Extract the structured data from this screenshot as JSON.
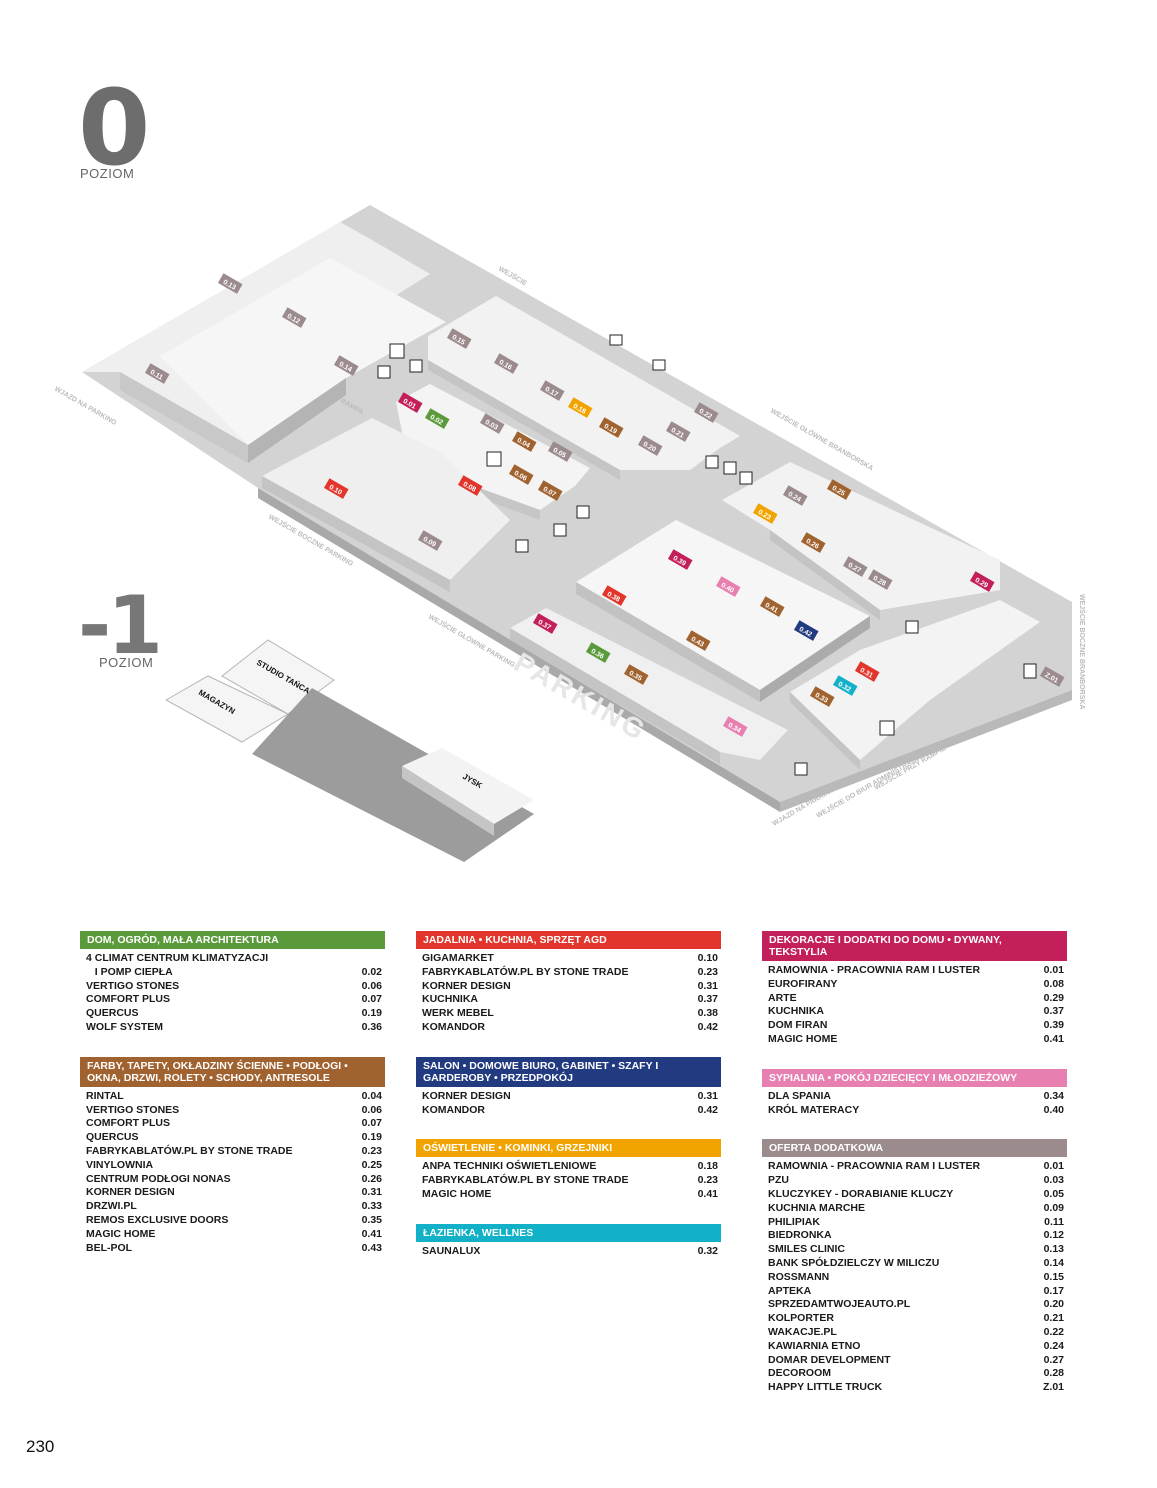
{
  "page_number": "230",
  "levels": {
    "upper": {
      "number": "0",
      "label": "POZIOM"
    },
    "lower": {
      "number": "-1",
      "label": "POZIOM"
    }
  },
  "colors": {
    "green": "#5a9a3b",
    "brown": "#a0622f",
    "red": "#e2352b",
    "navy": "#223a80",
    "orange": "#f1a400",
    "cyan": "#12b1c8",
    "magenta": "#c31f5b",
    "pink": "#e77fb0",
    "taupe": "#9c8b8c"
  },
  "map_labels": {
    "parking": "PARKING",
    "entrance_top": "WEJŚCIE",
    "entrance_main_branborska": "WEJŚCIE GŁÓWNE BRANBORSKA",
    "entrance_main_parking": "WEJŚCIE GŁÓWNE PARKING",
    "entrance_side_parking": "WEJŚCIE BOCZNE PARKING",
    "entrance_side_branborska": "WEJŚCIE BOCZNE BRANBORSKA",
    "entry_parking_left": "WJAZD NA PARKING",
    "entry_parking_bottom": "WJAZD NA PARKING",
    "office_entrance": "WEJŚCIE DO BIUR ADMINISTRACJI",
    "ramp_entrance": "WEJŚCIE PRZY RAMPIE",
    "ramp": "RAMPA",
    "studio": "STUDIO TAŃCA",
    "storage": "MAGAZYN",
    "jysk": "JYSK"
  },
  "units": [
    "0.01",
    "0.02",
    "0.03",
    "0.04",
    "0.05",
    "0.06",
    "0.07",
    "0.08",
    "0.09",
    "0.10",
    "0.11",
    "0.12",
    "0.13",
    "0.14",
    "0.15",
    "0.16",
    "0.17",
    "0.18",
    "0.19",
    "0.20",
    "0.21",
    "0.22",
    "0.23",
    "0.24",
    "0.25",
    "0.26",
    "0.27",
    "0.28",
    "0.29",
    "0.31",
    "0.32",
    "0.33",
    "0.34",
    "0.35",
    "0.36",
    "0.37",
    "0.38",
    "0.39",
    "0.40",
    "0.41",
    "0.42",
    "0.43",
    "Z.01"
  ],
  "directory": {
    "col1": [
      {
        "title": "DOM, OGRÓD, MAŁA ARCHITEKTURA",
        "color": "#5a9a3b",
        "rows": [
          {
            "name": "4 CLIMAT CENTRUM KLIMATYZACJI",
            "code": ""
          },
          {
            "name": "   I POMP CIEPŁA",
            "code": "0.02"
          },
          {
            "name": "VERTIGO STONES",
            "code": "0.06"
          },
          {
            "name": "COMFORT PLUS",
            "code": "0.07"
          },
          {
            "name": "QUERCUS",
            "code": "0.19"
          },
          {
            "name": "WOLF SYSTEM",
            "code": "0.36"
          }
        ]
      },
      {
        "title": "FARBY, TAPETY, OKŁADZINY ŚCIENNE • PODŁOGI • OKNA, DRZWI, ROLETY • SCHODY, ANTRESOLE",
        "color": "#a0622f",
        "rows": [
          {
            "name": "RINTAL",
            "code": "0.04"
          },
          {
            "name": "VERTIGO STONES",
            "code": "0.06"
          },
          {
            "name": "COMFORT PLUS",
            "code": "0.07"
          },
          {
            "name": "QUERCUS",
            "code": "0.19"
          },
          {
            "name": "FABRYKABLATÓW.PL BY STONE TRADE",
            "code": "0.23"
          },
          {
            "name": "VINYLOWNIA",
            "code": "0.25"
          },
          {
            "name": "CENTRUM PODŁOGI NONAS",
            "code": "0.26"
          },
          {
            "name": "KORNER DESIGN",
            "code": "0.31"
          },
          {
            "name": "DRZWI.PL",
            "code": "0.33"
          },
          {
            "name": "REMOS EXCLUSIVE DOORS",
            "code": "0.35"
          },
          {
            "name": "MAGIC HOME",
            "code": "0.41"
          },
          {
            "name": "BEL-POL",
            "code": "0.43"
          }
        ]
      }
    ],
    "col2": [
      {
        "title": "JADALNIA • KUCHNIA, SPRZĘT AGD",
        "color": "#e2352b",
        "rows": [
          {
            "name": "GIGAMARKET",
            "code": "0.10"
          },
          {
            "name": "FABRYKABLATÓW.PL BY STONE TRADE",
            "code": "0.23"
          },
          {
            "name": "KORNER DESIGN",
            "code": "0.31"
          },
          {
            "name": "KUCHNIKA",
            "code": "0.37"
          },
          {
            "name": "WERK MEBEL",
            "code": "0.38"
          },
          {
            "name": "KOMANDOR",
            "code": "0.42"
          }
        ]
      },
      {
        "title": "SALON • DOMOWE BIURO, GABINET • SZAFY I GARDEROBY • PRZEDPOKÓJ",
        "color": "#223a80",
        "rows": [
          {
            "name": "KORNER DESIGN",
            "code": "0.31"
          },
          {
            "name": "KOMANDOR",
            "code": "0.42"
          }
        ]
      },
      {
        "title": "OŚWIETLENIE • KOMINKI, GRZEJNIKI",
        "color": "#f1a400",
        "rows": [
          {
            "name": "ANPA TECHNIKI OŚWIETLENIOWE",
            "code": "0.18"
          },
          {
            "name": "FABRYKABLATÓW.PL BY STONE TRADE",
            "code": "0.23"
          },
          {
            "name": "MAGIC HOME",
            "code": "0.41"
          }
        ]
      },
      {
        "title": "ŁAZIENKA, WELLNES",
        "color": "#12b1c8",
        "rows": [
          {
            "name": "SAUNALUX",
            "code": "0.32"
          }
        ]
      }
    ],
    "col3": [
      {
        "title": "DEKORACJE I DODATKI DO DOMU • DYWANY, TEKSTYLIA",
        "color": "#c31f5b",
        "rows": [
          {
            "name": "RAMOWNIA - PRACOWNIA RAM I LUSTER",
            "code": "0.01"
          },
          {
            "name": "EUROFIRANY",
            "code": "0.08"
          },
          {
            "name": "ARTE",
            "code": "0.29"
          },
          {
            "name": "KUCHNIKA",
            "code": "0.37"
          },
          {
            "name": "DOM FIRAN",
            "code": "0.39"
          },
          {
            "name": "MAGIC HOME",
            "code": "0.41"
          }
        ]
      },
      {
        "title": "SYPIALNIA • POKÓJ DZIECIĘCY I MŁODZIEŻOWY",
        "color": "#e77fb0",
        "rows": [
          {
            "name": "DLA SPANIA",
            "code": "0.34"
          },
          {
            "name": "KRÓL MATERACY",
            "code": "0.40"
          }
        ]
      },
      {
        "title": "OFERTA DODATKOWA",
        "color": "#9c8b8c",
        "rows": [
          {
            "name": "RAMOWNIA - PRACOWNIA RAM I LUSTER",
            "code": "0.01"
          },
          {
            "name": "PZU",
            "code": "0.03"
          },
          {
            "name": "KLUCZYKEY - DORABIANIE KLUCZY",
            "code": "0.05"
          },
          {
            "name": "KUCHNIA MARCHE",
            "code": "0.09"
          },
          {
            "name": "PHILIPIAK",
            "code": "0.11"
          },
          {
            "name": "BIEDRONKA",
            "code": "0.12"
          },
          {
            "name": "SMILES CLINIC",
            "code": "0.13"
          },
          {
            "name": "BANK SPÓŁDZIELCZY W MILICZU",
            "code": "0.14"
          },
          {
            "name": "ROSSMANN",
            "code": "0.15"
          },
          {
            "name": "APTEKA",
            "code": "0.17"
          },
          {
            "name": "SPRZEDAMTWOJEAUTO.PL",
            "code": "0.20"
          },
          {
            "name": "KOLPORTER",
            "code": "0.21"
          },
          {
            "name": "WAKACJE.PL",
            "code": "0.22"
          },
          {
            "name": "KAWIARNIA ETNO",
            "code": "0.24"
          },
          {
            "name": "DOMAR DEVELOPMENT",
            "code": "0.27"
          },
          {
            "name": "DECOROOM",
            "code": "0.28"
          },
          {
            "name": "HAPPY LITTLE TRUCK",
            "code": "Z.01"
          }
        ]
      }
    ]
  }
}
